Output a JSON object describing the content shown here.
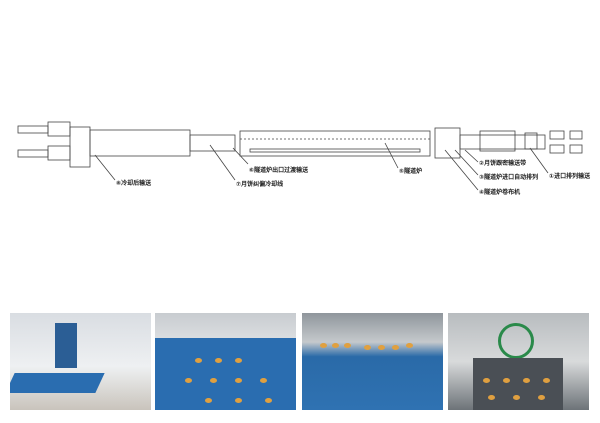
{
  "diagram": {
    "labels": [
      {
        "num": "①",
        "text": "进口排列输送"
      },
      {
        "num": "②",
        "text": "月饼跟密输送带"
      },
      {
        "num": "③",
        "text": "隧道炉进口自动排列"
      },
      {
        "num": "④",
        "text": "隧道炉卷布机"
      },
      {
        "num": "⑤",
        "text": "隧道炉"
      },
      {
        "num": "⑥",
        "text": "隧道炉出口过渡输送"
      },
      {
        "num": "⑦",
        "text": "月饼纠偏冷却线"
      },
      {
        "num": "⑧",
        "text": "冷却后输送"
      }
    ]
  },
  "photos": [
    {
      "subject": "conveyor-racks"
    },
    {
      "subject": "mooncakes-on-belt"
    },
    {
      "subject": "mooncakes-on-mesh-belt"
    },
    {
      "subject": "tunnel-oven-exit"
    }
  ]
}
